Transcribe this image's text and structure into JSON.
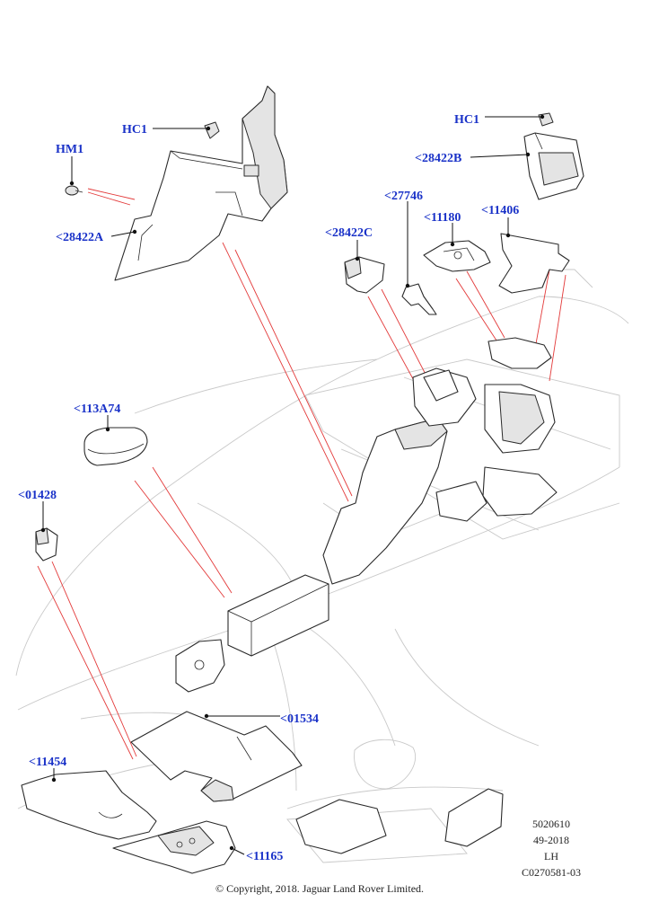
{
  "callouts": {
    "hc1_left": "HC1",
    "hm1": "HM1",
    "p28422a": "<28422A",
    "hc1_right": "HC1",
    "p28422b": "<28422B",
    "p27746": "<27746",
    "p28422c": "<28422C",
    "p11180": "<11180",
    "p11406": "<11406",
    "p113a74": "<113A74",
    "p01428": "<01428",
    "p01534": "<01534",
    "p11454": "<11454",
    "p11165": "<11165"
  },
  "reference": {
    "number": "5020610",
    "date": "49-2018",
    "side": "LH",
    "code": "C0270581-03"
  },
  "copyright": "© Copyright, 2018. Jaguar Land Rover Limited.",
  "colors": {
    "label_blue": "#1a32c8",
    "leader_red": "#e33a3a",
    "car_outline": "#c9c9c9"
  }
}
